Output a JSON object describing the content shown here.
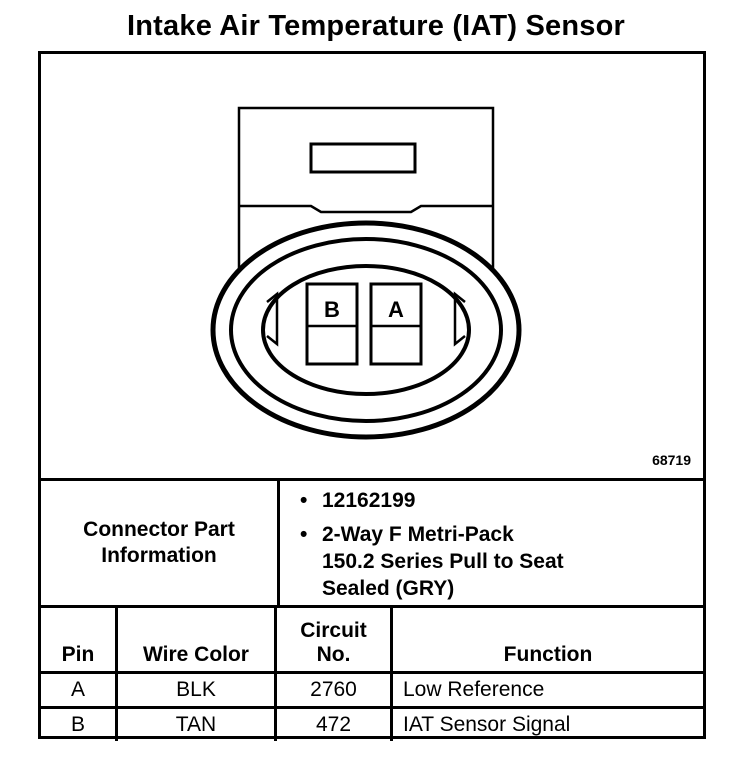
{
  "title": "Intake Air Temperature (IAT) Sensor",
  "figure_number": "68719",
  "connector": {
    "pins_labels": [
      "B",
      "A"
    ]
  },
  "info": {
    "label_line1": "Connector Part",
    "label_line2": "Information",
    "bullet": "•",
    "part_number": "12162199",
    "description_line1": "2-Way F Metri-Pack",
    "description_line2": "150.2 Series Pull to Seat",
    "description_line3": "Sealed (GRY)"
  },
  "table": {
    "headers": {
      "pin": "Pin",
      "wire_color": "Wire Color",
      "circuit_line1": "Circuit",
      "circuit_line2": "No.",
      "function": "Function"
    },
    "rows": [
      {
        "pin": "A",
        "wire_color": "BLK",
        "circuit": "2760",
        "function": "Low Reference"
      },
      {
        "pin": "B",
        "wire_color": "TAN",
        "circuit": "472",
        "function": "IAT Sensor Signal"
      }
    ]
  }
}
